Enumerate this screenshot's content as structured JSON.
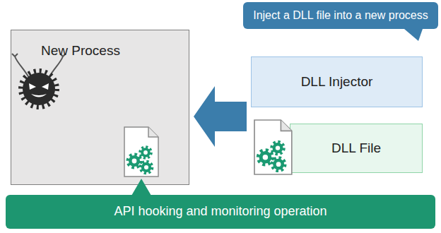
{
  "diagram": {
    "nodes": [
      {
        "text": [
          "Inject a DLL file into a new process"
        ]
      },
      {
        "text": [
          "New Process"
        ]
      },
      {
        "text": [
          "DLL Injector"
        ]
      },
      {
        "text": [
          "DLL File"
        ]
      },
      {
        "text": [
          "API hooking and monitoring operation"
        ]
      }
    ],
    "edges": [
      {
        "from": 3,
        "to": 1,
        "arrow": "to"
      }
    ]
  }
}
